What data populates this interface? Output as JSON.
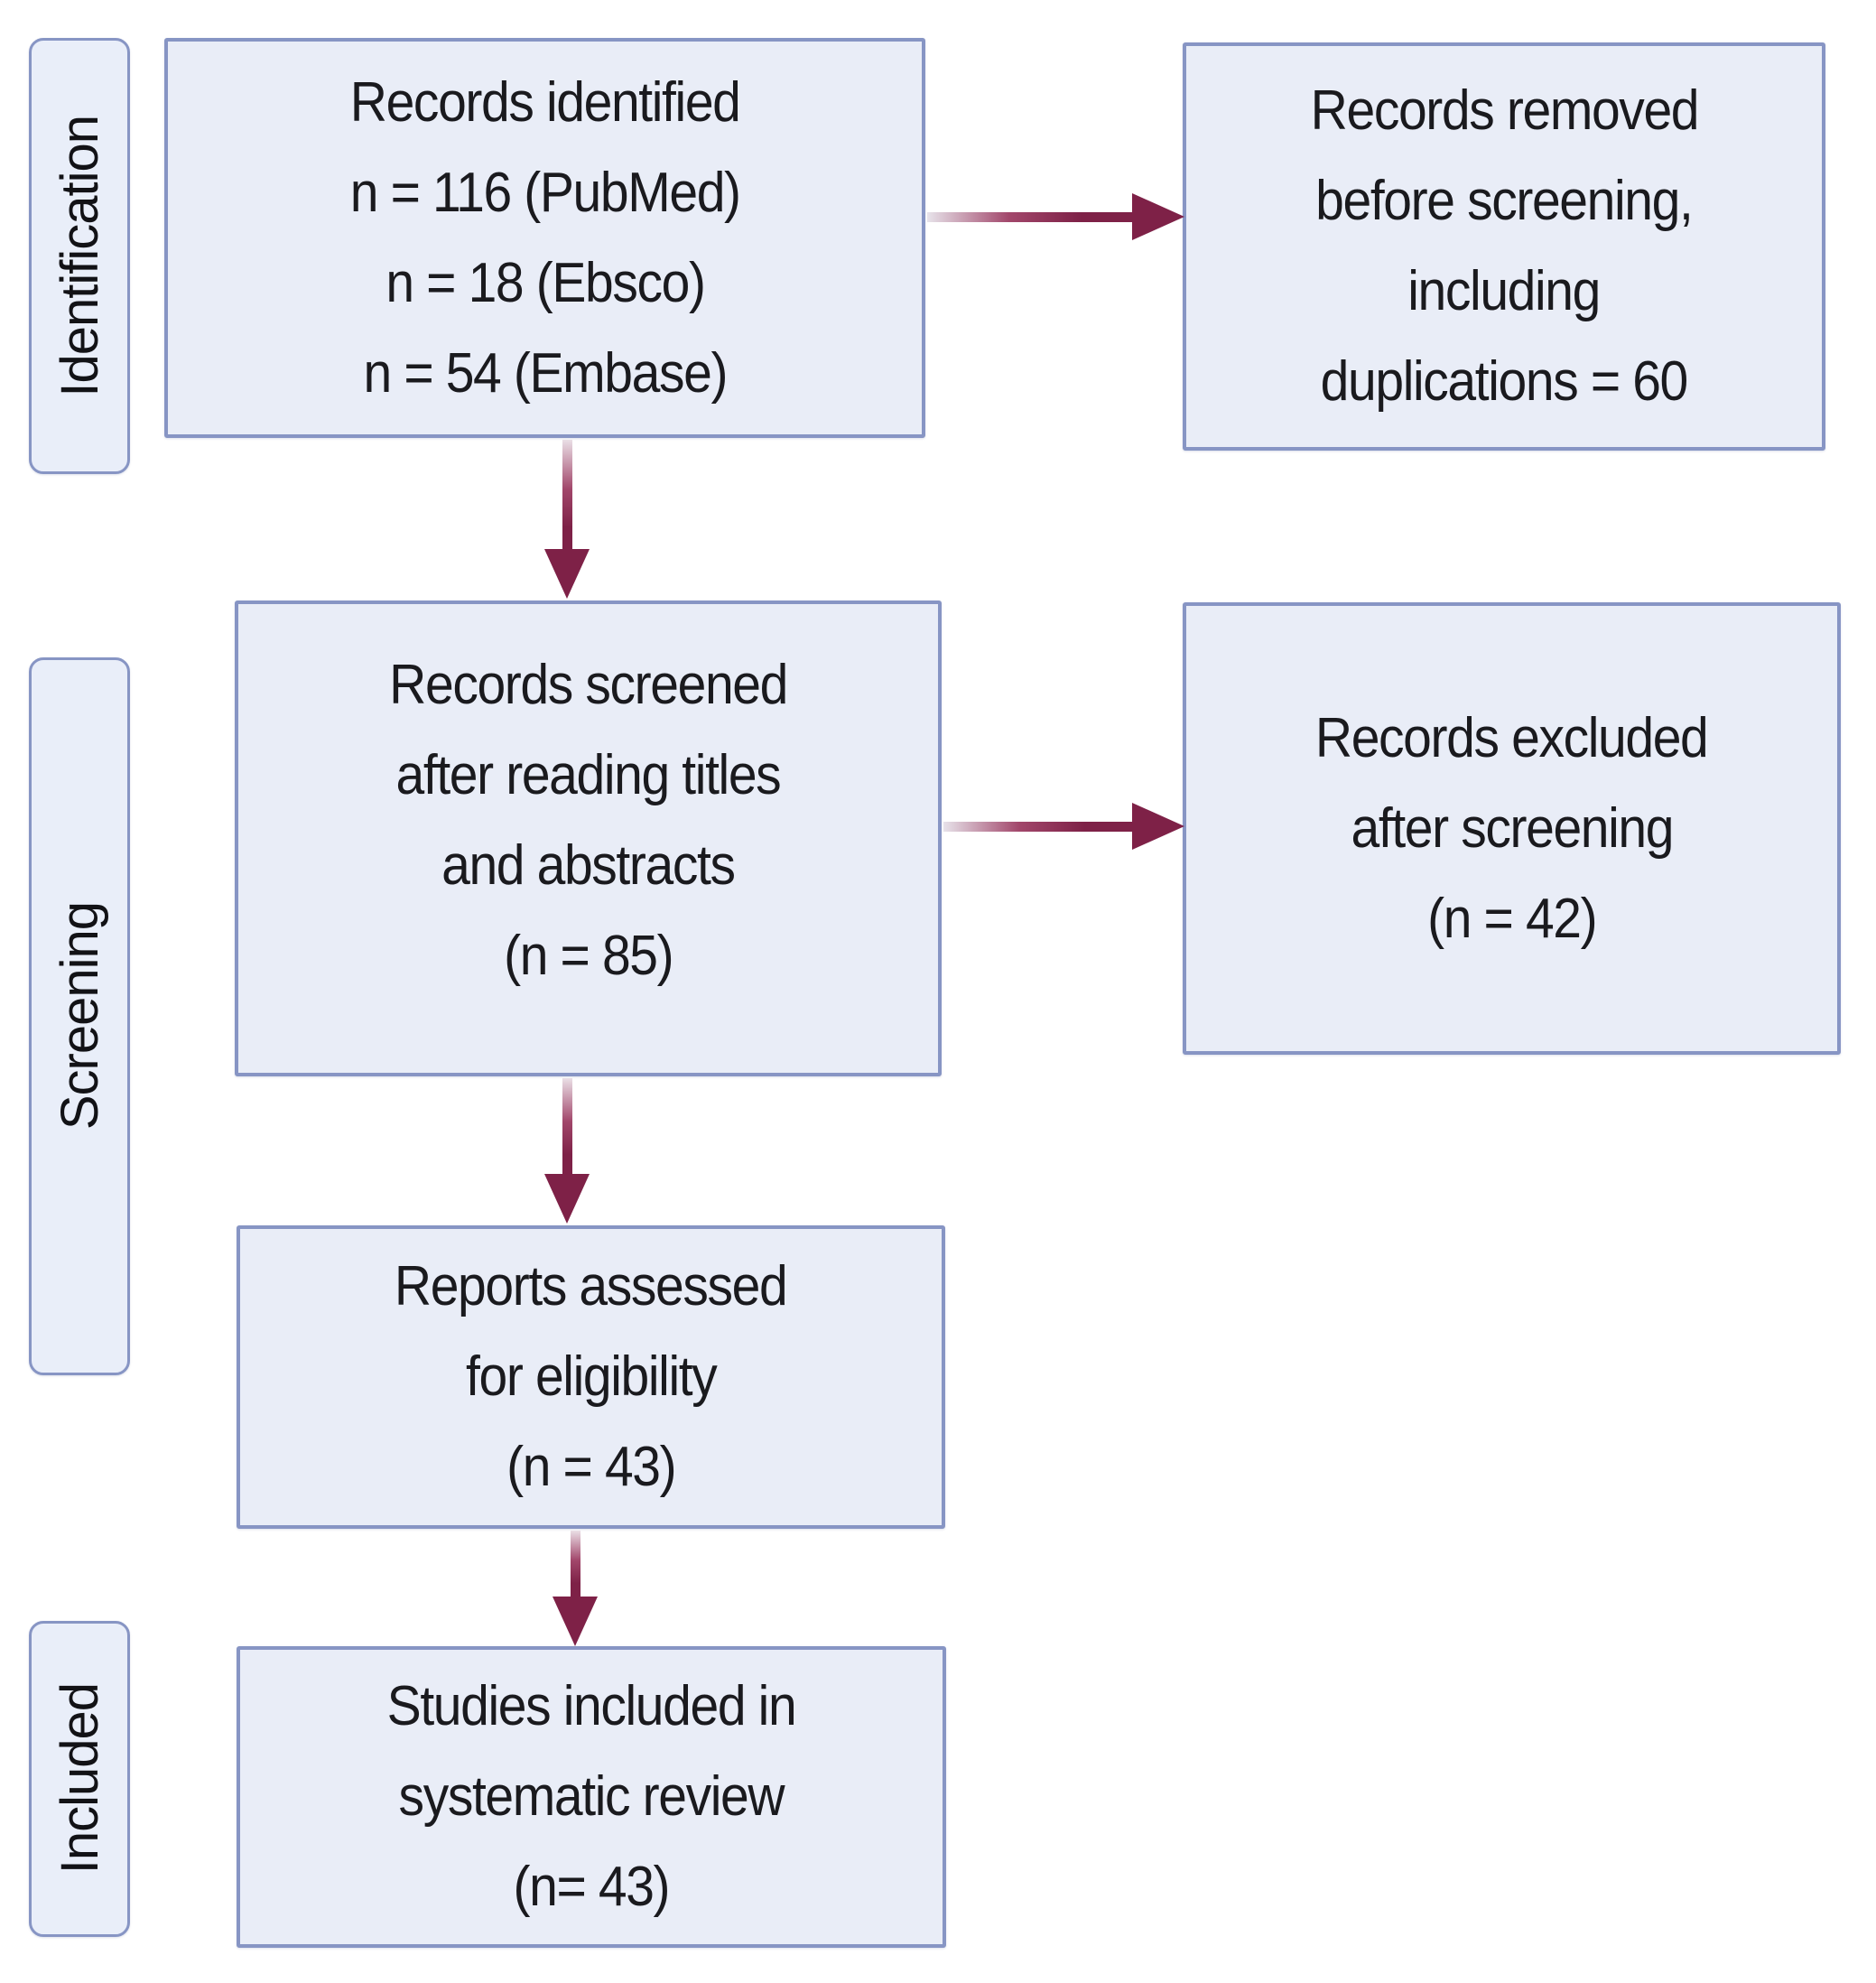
{
  "diagram": {
    "type": "prisma-flowchart",
    "stages": [
      {
        "id": "identification",
        "label": "Identification"
      },
      {
        "id": "screening",
        "label": "Screening"
      },
      {
        "id": "included",
        "label": "Included"
      }
    ],
    "boxes": {
      "identified": {
        "lines": [
          "Records identified",
          "n = 116 (PubMed)",
          "n = 18 (Ebsco)",
          "n = 54 (Embase)"
        ]
      },
      "removed": {
        "lines": [
          "Records removed",
          "before screening,",
          "including",
          "duplications = 60"
        ]
      },
      "screened": {
        "lines": [
          "Records screened",
          "after reading titles",
          "and abstracts",
          "(n = 85)"
        ]
      },
      "excluded": {
        "lines": [
          "Records excluded",
          "after screening",
          "(n = 42)"
        ]
      },
      "assessed": {
        "lines": [
          "Reports assessed",
          "for eligibility",
          "(n = 43)"
        ]
      },
      "included_studies": {
        "lines": [
          "Studies included in",
          "systematic review",
          "(n= 43)"
        ]
      }
    },
    "counts": {
      "pubmed": 116,
      "ebsco": 18,
      "embase": 54,
      "removed_before_screening": 60,
      "screened": 85,
      "excluded_after_screening": 42,
      "assessed_for_eligibility": 43,
      "included_in_review": 43
    },
    "colors": {
      "box_fill": "#e9edf7",
      "box_border": "#8795c4",
      "arrow": "#7e2147",
      "text": "#1a1a1e"
    }
  }
}
